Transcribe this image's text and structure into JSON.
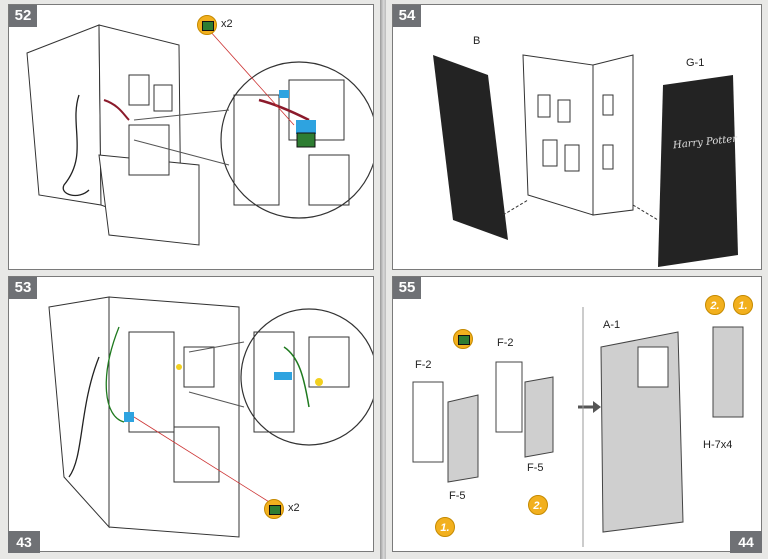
{
  "steps": [
    {
      "number": "52",
      "quantity": "x2"
    },
    {
      "number": "53",
      "quantity": "x2"
    },
    {
      "number": "54",
      "labels": [
        "B",
        "G-1"
      ],
      "panel_text": "Harry Potter"
    },
    {
      "number": "55",
      "labels": [
        "F-2",
        "F-2",
        "F-5",
        "F-5",
        "A-1",
        "H-7x4"
      ],
      "order": [
        "1.",
        "2.",
        "2.",
        "1."
      ]
    }
  ],
  "page_numbers": {
    "left": "43",
    "right": "44"
  },
  "colors": {
    "badge": "#6f7175",
    "highlight": "#f2b01e",
    "connector": "#2ea3e0",
    "board": "#2e7d32"
  }
}
